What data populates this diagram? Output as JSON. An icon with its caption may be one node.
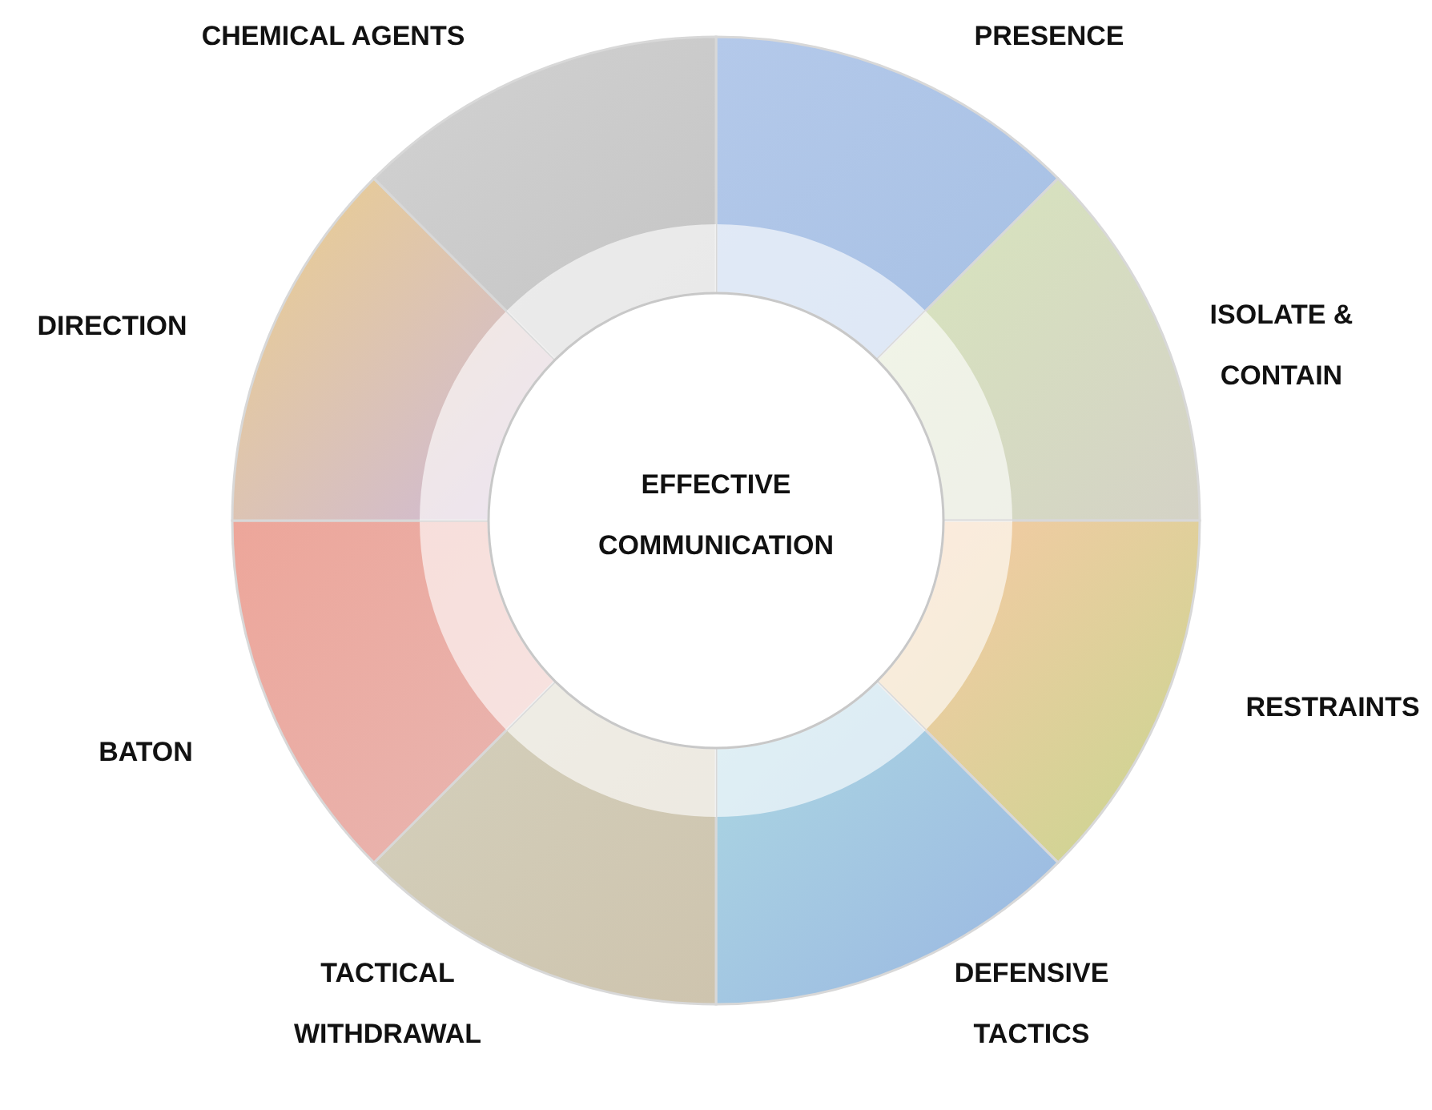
{
  "diagram": {
    "nodes": [
      {
        "text": [
          "PRESENCE"
        ]
      },
      {
        "text": [
          "ISOLATE & CONTAIN"
        ]
      },
      {
        "text": [
          "RESTRAINTS"
        ]
      },
      {
        "text": [
          "DEFENSIVE TACTICS"
        ]
      },
      {
        "text": [
          "TACTICAL WITHDRAWAL"
        ]
      },
      {
        "text": [
          "BATON"
        ]
      },
      {
        "text": [
          "DIRECTION"
        ]
      },
      {
        "text": [
          "CHEMICAL AGENTS"
        ]
      },
      {
        "text": [
          "EFFECTIVE COMMUNICATION"
        ]
      }
    ]
  }
}
